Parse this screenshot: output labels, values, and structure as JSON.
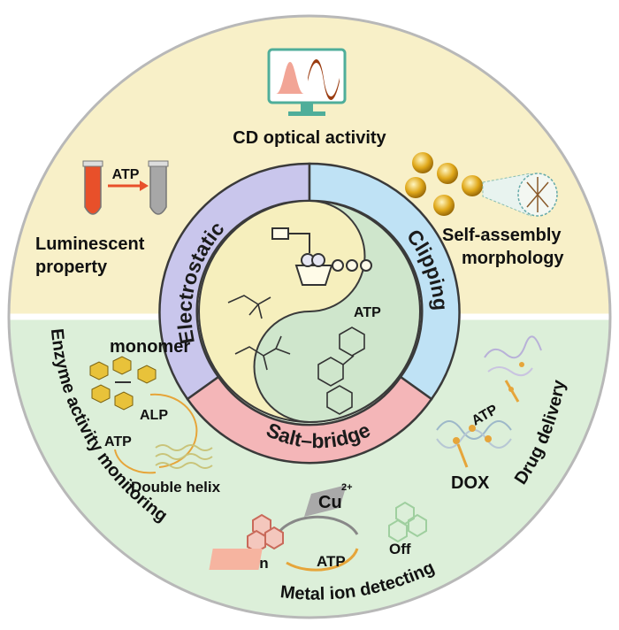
{
  "colors": {
    "top_bg": "#f8f0c8",
    "bottom_bg": "#dcefd9",
    "outer_border": "#b8b8b8",
    "seg_electrostatic": "#c9c6ec",
    "seg_clipping": "#bfe2f5",
    "seg_saltbridge": "#f4b6b8",
    "yin_green": "#cfe6cc",
    "yang_yellow": "#f6efbd"
  },
  "ring": {
    "electrostatic": "Electrostatic",
    "clipping": "Clipping",
    "salt_bridge": "Salt–bridge"
  },
  "center": {
    "atp": "ATP"
  },
  "top": {
    "cd_optical": "CD optical activity",
    "luminescent_line1": "Luminescent",
    "luminescent_line2": "property",
    "tube_atp": "ATP",
    "self_assembly_line1": "Self-assembly",
    "self_assembly_line2": "morphology"
  },
  "bottom": {
    "enzyme": "Enzyme activity monitoring",
    "monomer": "monomer",
    "alp": "ALP",
    "atp_cycle": "ATP",
    "double_helix": "Double helix",
    "cu_ion": "Cu",
    "cu_charge": "2+",
    "on": "On",
    "off": "Off",
    "atp_box": "ATP",
    "metal_ion": "Metal ion detecting",
    "drug_delivery": "Drug delivery",
    "atp_drug": "ATP",
    "dox": "DOX"
  }
}
